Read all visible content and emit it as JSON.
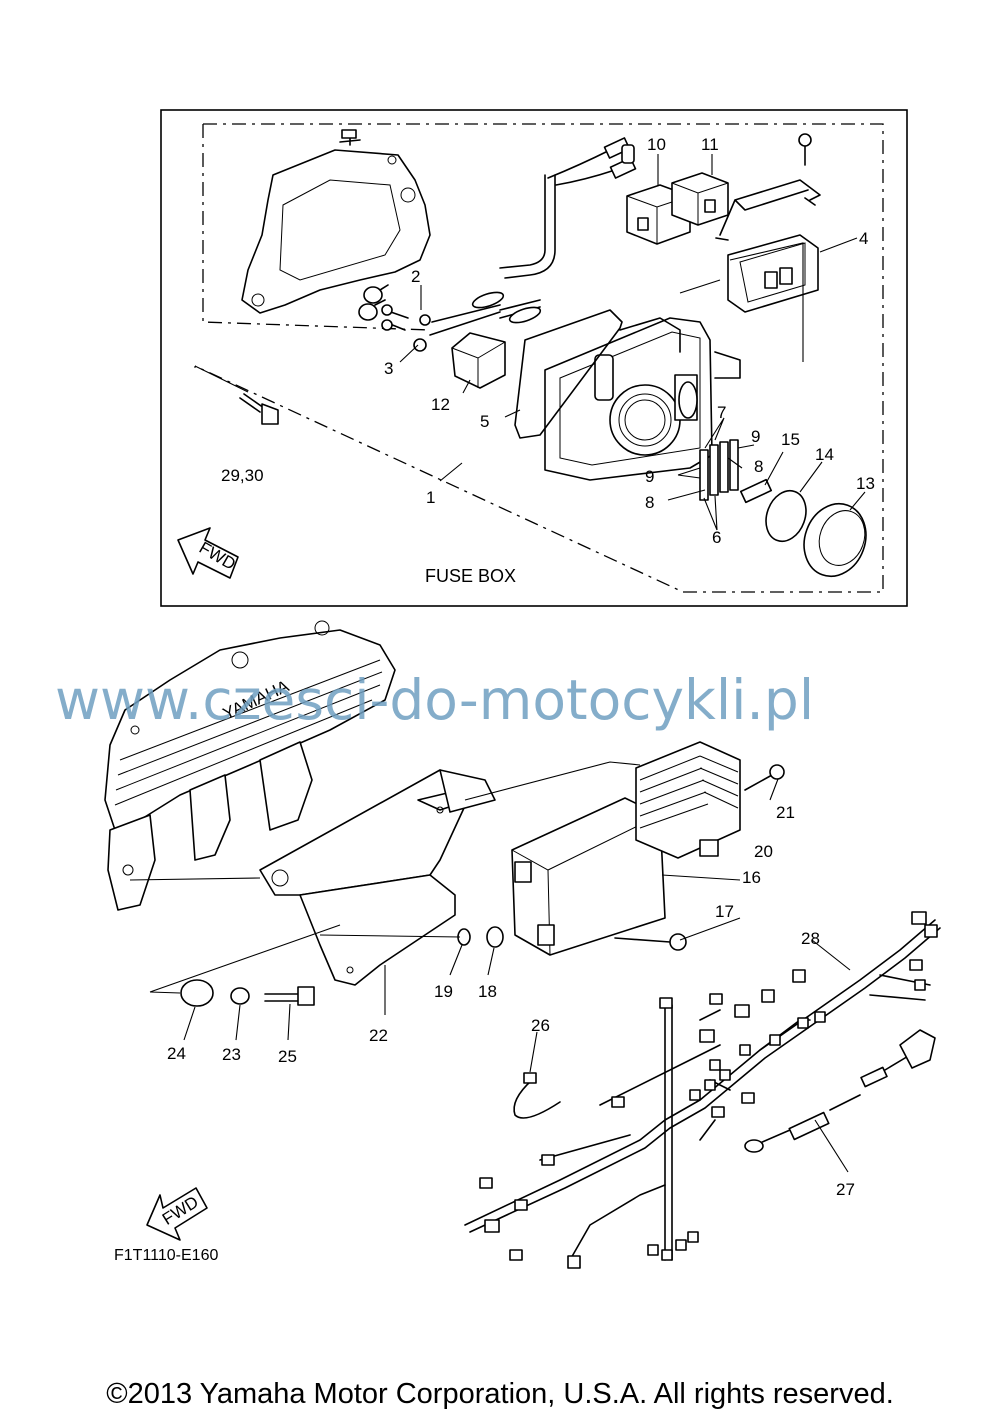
{
  "box": {
    "label": "FUSE BOX"
  },
  "fwd_label": "FWD",
  "yamaha_text": "YAMAHA",
  "callouts": {
    "c1": "1",
    "c2": "2",
    "c3": "3",
    "c4": "4",
    "c5": "5",
    "c6": "6",
    "c7": "7",
    "c8a": "8",
    "c8b": "8",
    "c9a": "9",
    "c9b": "9",
    "c10": "10",
    "c11": "11",
    "c12": "12",
    "c13": "13",
    "c14": "14",
    "c15": "15",
    "c16": "16",
    "c17": "17",
    "c18": "18",
    "c19": "19",
    "c20": "20",
    "c21": "21",
    "c22": "22",
    "c23": "23",
    "c24": "24",
    "c25": "25",
    "c26": "26",
    "c27": "27",
    "c28": "28",
    "c2930": "29,30"
  },
  "watermark": "www.czesci-do-motocykli.pl",
  "diagram_code": "F1T1110-E160",
  "copyright": "©2013 Yamaha Motor Corporation, U.S.A. All rights reserved."
}
